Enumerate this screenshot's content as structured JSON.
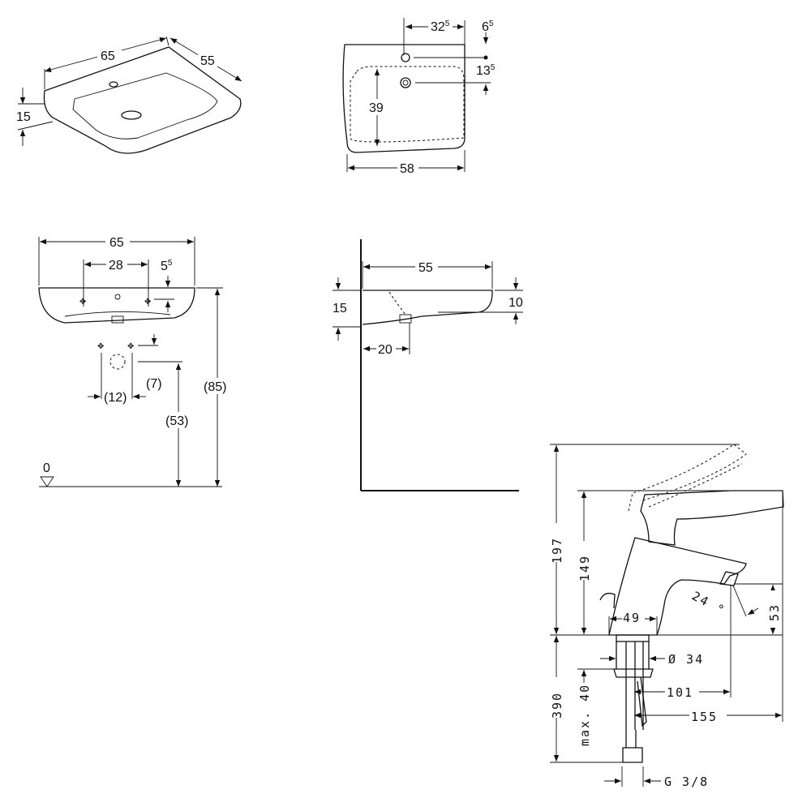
{
  "iso_view": {
    "width": "65",
    "depth": "55",
    "height": "15"
  },
  "plan_view": {
    "tap_offset": {
      "main": "32",
      "sup": "5"
    },
    "tap_from_back": {
      "main": "6",
      "sup": "5"
    },
    "tap_to_drain": {
      "main": "13",
      "sup": "5"
    },
    "depth": "39",
    "width": "58"
  },
  "front_view": {
    "width": "65",
    "tap_spacing": "28",
    "rim_offset": {
      "main": "5",
      "sup": "5"
    },
    "rim_height": "(85)",
    "connection_height": "(53)",
    "connection_drop": "(7)",
    "connection_spacing": "(12)",
    "floor_level": "0"
  },
  "side_view": {
    "depth": "55",
    "height": "15",
    "rim": "10",
    "drain_offset": "20"
  },
  "faucet_view": {
    "total_height": "197",
    "body_height": "149",
    "below_deck": "390",
    "max_deck": "max. 40",
    "spout_height": "53",
    "base_width": "49",
    "shank_diameter": "Ø 34",
    "spout_reach": "101",
    "lever_reach": "155",
    "angle": "24 °",
    "thread": "G 3/8"
  }
}
